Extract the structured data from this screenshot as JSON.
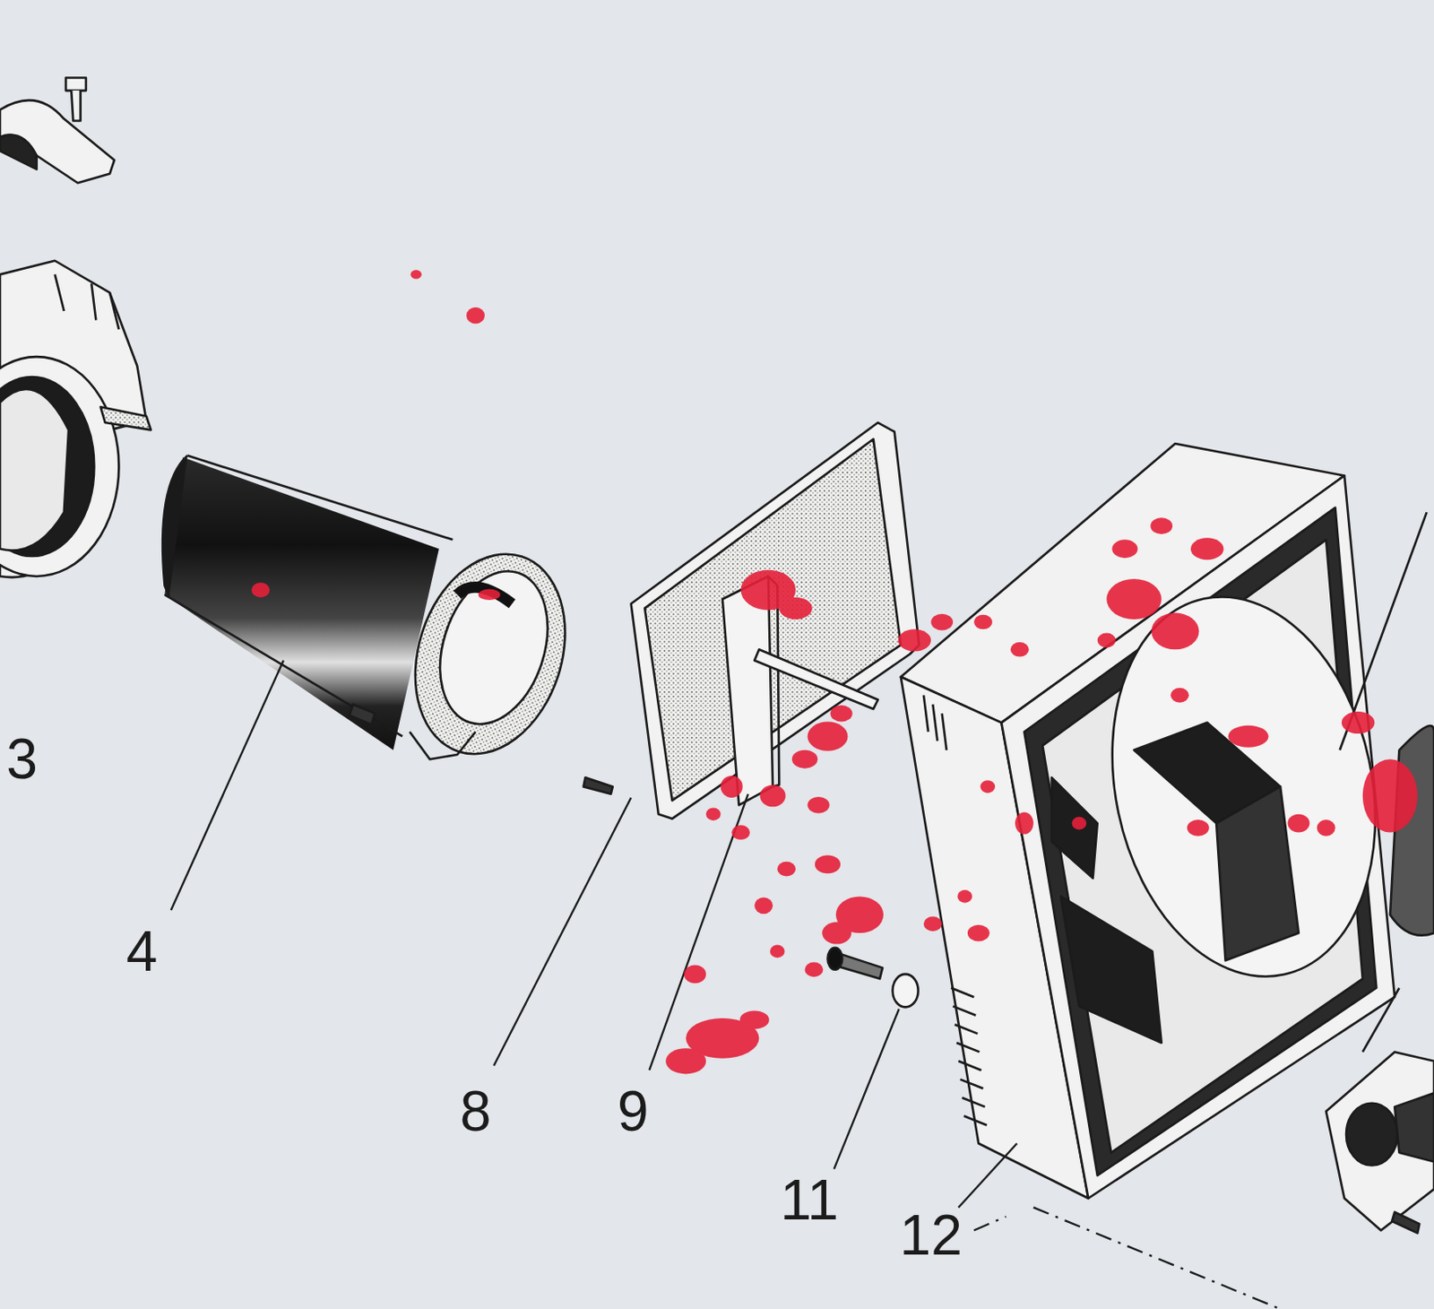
{
  "diagram": {
    "labels": [
      "3",
      "4",
      "8",
      "9",
      "11",
      "12"
    ]
  }
}
